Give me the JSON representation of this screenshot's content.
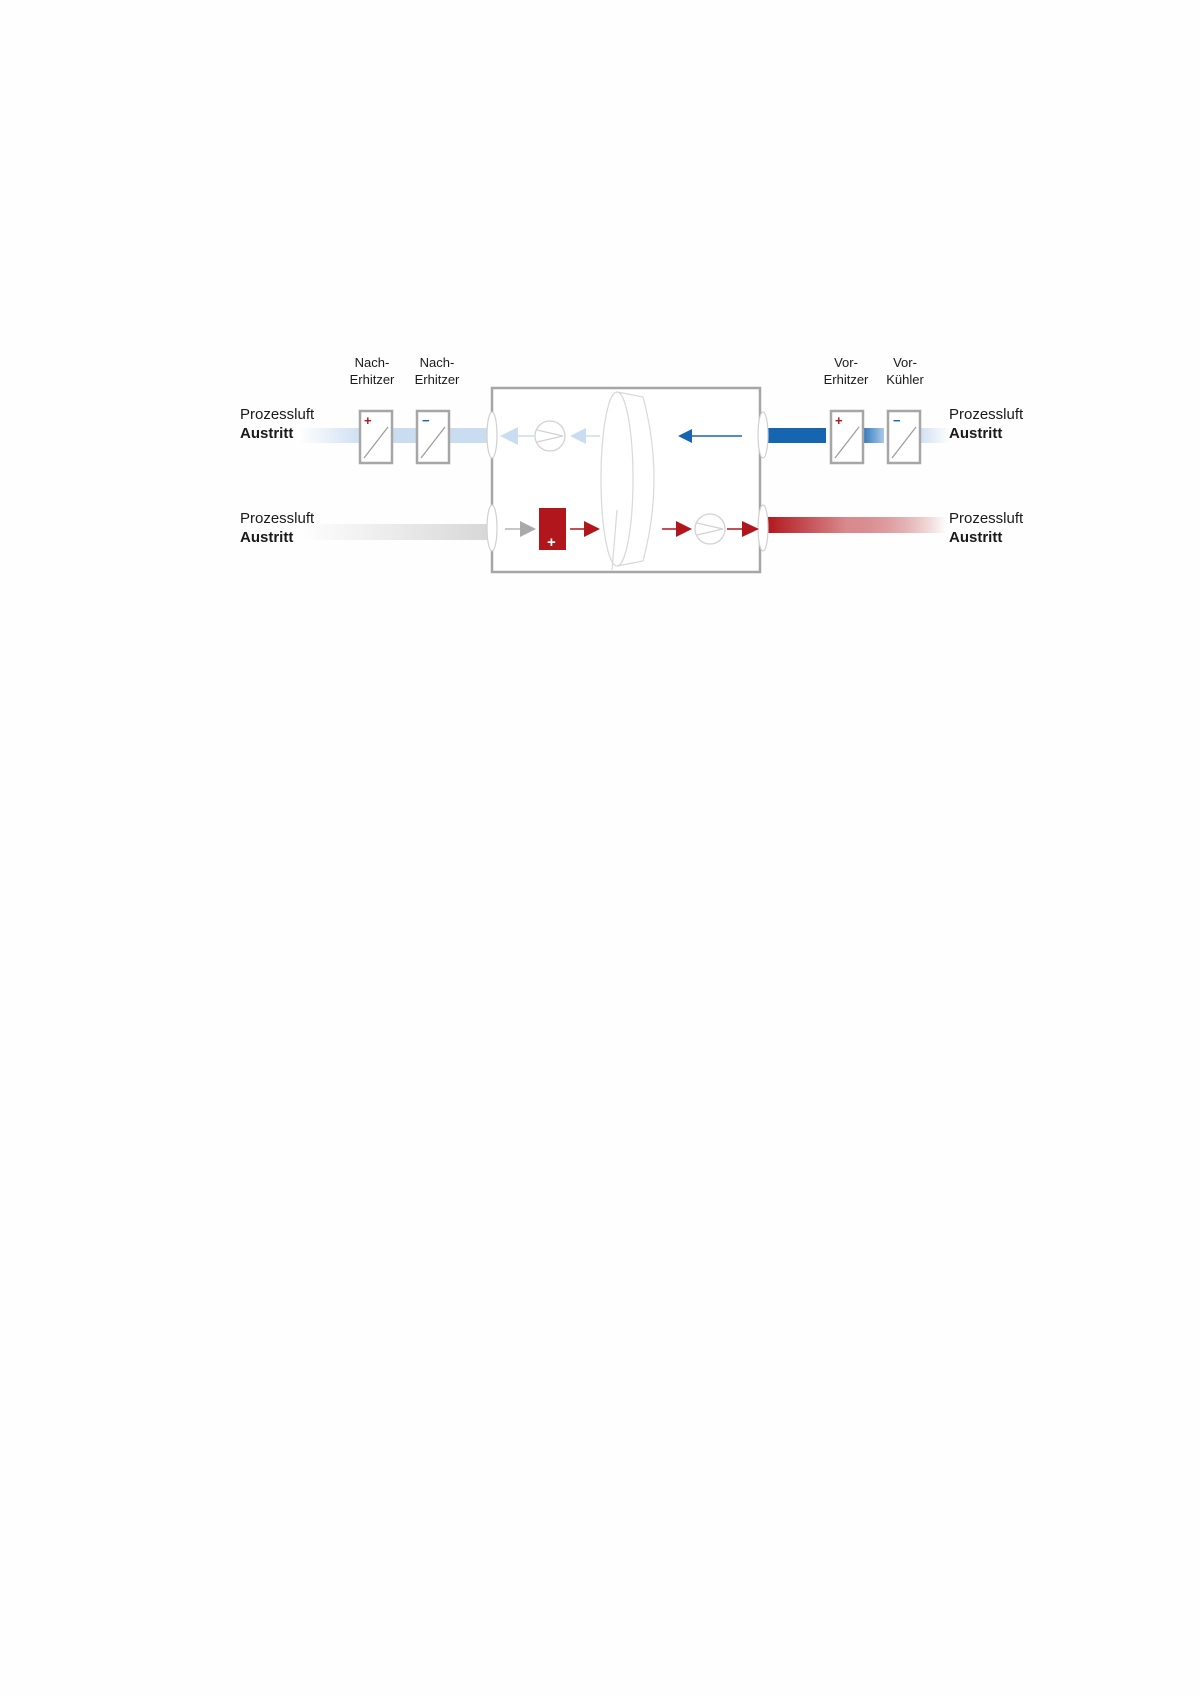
{
  "labels": {
    "left_top": {
      "line1": "Prozessluft",
      "line2": "Austritt"
    },
    "left_bottom": {
      "line1": "Prozessluft",
      "line2": "Austritt"
    },
    "right_top": {
      "line1": "Prozessluft",
      "line2": "Austritt"
    },
    "right_bottom": {
      "line1": "Prozessluft",
      "line2": "Austritt"
    }
  },
  "components": {
    "nach_erhitzer_1": {
      "line1": "Nach-",
      "line2": "Erhitzer",
      "sign": "+"
    },
    "nach_erhitzer_2": {
      "line1": "Nach-",
      "line2": "Erhitzer",
      "sign": "−"
    },
    "vor_erhitzer": {
      "line1": "Vor-",
      "line2": "Erhitzer",
      "sign": "+"
    },
    "vor_kuehler": {
      "line1": "Vor-",
      "line2": "Kühler",
      "sign": "−"
    },
    "reactivation_heater": {
      "sign": "+"
    }
  },
  "colors": {
    "process_blue": "#1565b0",
    "light_blue": "#c9dcf0",
    "reactivation_red": "#b0161c",
    "housing_gray": "#a6a6a6",
    "light_gray": "#d6d6d6"
  }
}
